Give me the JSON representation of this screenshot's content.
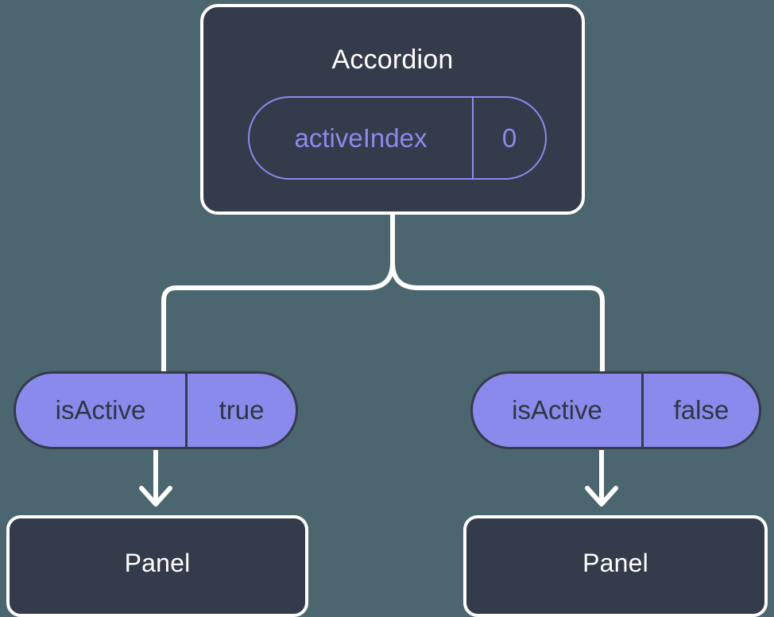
{
  "diagram": {
    "type": "component-state-tree",
    "background_color": "#4c666f",
    "node_fill_color": "#343b4a",
    "node_border_color": "#ffffff",
    "accent_purple": "#8a8aef",
    "pill_fill_color": "#8a8aec",
    "pill_text_color": "#2f3642",
    "connector_color": "#ffffff"
  },
  "parent": {
    "title": "Accordion",
    "prop": {
      "key": "activeIndex",
      "value": "0"
    }
  },
  "branches": [
    {
      "side": "left",
      "prop": {
        "key": "isActive",
        "value": "true"
      },
      "child": {
        "title": "Panel"
      }
    },
    {
      "side": "right",
      "prop": {
        "key": "isActive",
        "value": "false"
      },
      "child": {
        "title": "Panel"
      }
    }
  ]
}
